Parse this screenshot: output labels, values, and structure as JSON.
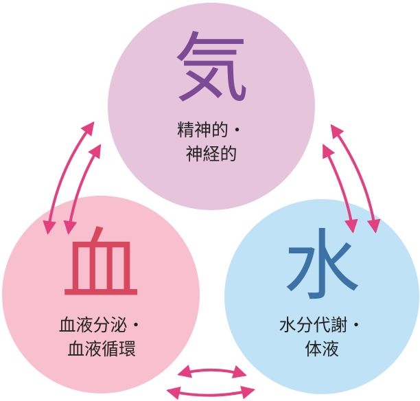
{
  "diagram": {
    "ki": {
      "symbol": "気",
      "lines": [
        "精神的・",
        "神経的"
      ],
      "circle_color": "#e6c4dc",
      "symbol_color": "#7d4a96"
    },
    "ketsu": {
      "symbol": "血",
      "lines": [
        "血液分泌・",
        "血液循環"
      ],
      "circle_color": "#f8c0cf",
      "symbol_color": "#d7485f"
    },
    "sui": {
      "symbol": "水",
      "lines": [
        "水分代謝・",
        "体液"
      ],
      "circle_color": "#bfe2f6",
      "symbol_color": "#3d72a6"
    },
    "arrow_color": "#e2407f"
  }
}
